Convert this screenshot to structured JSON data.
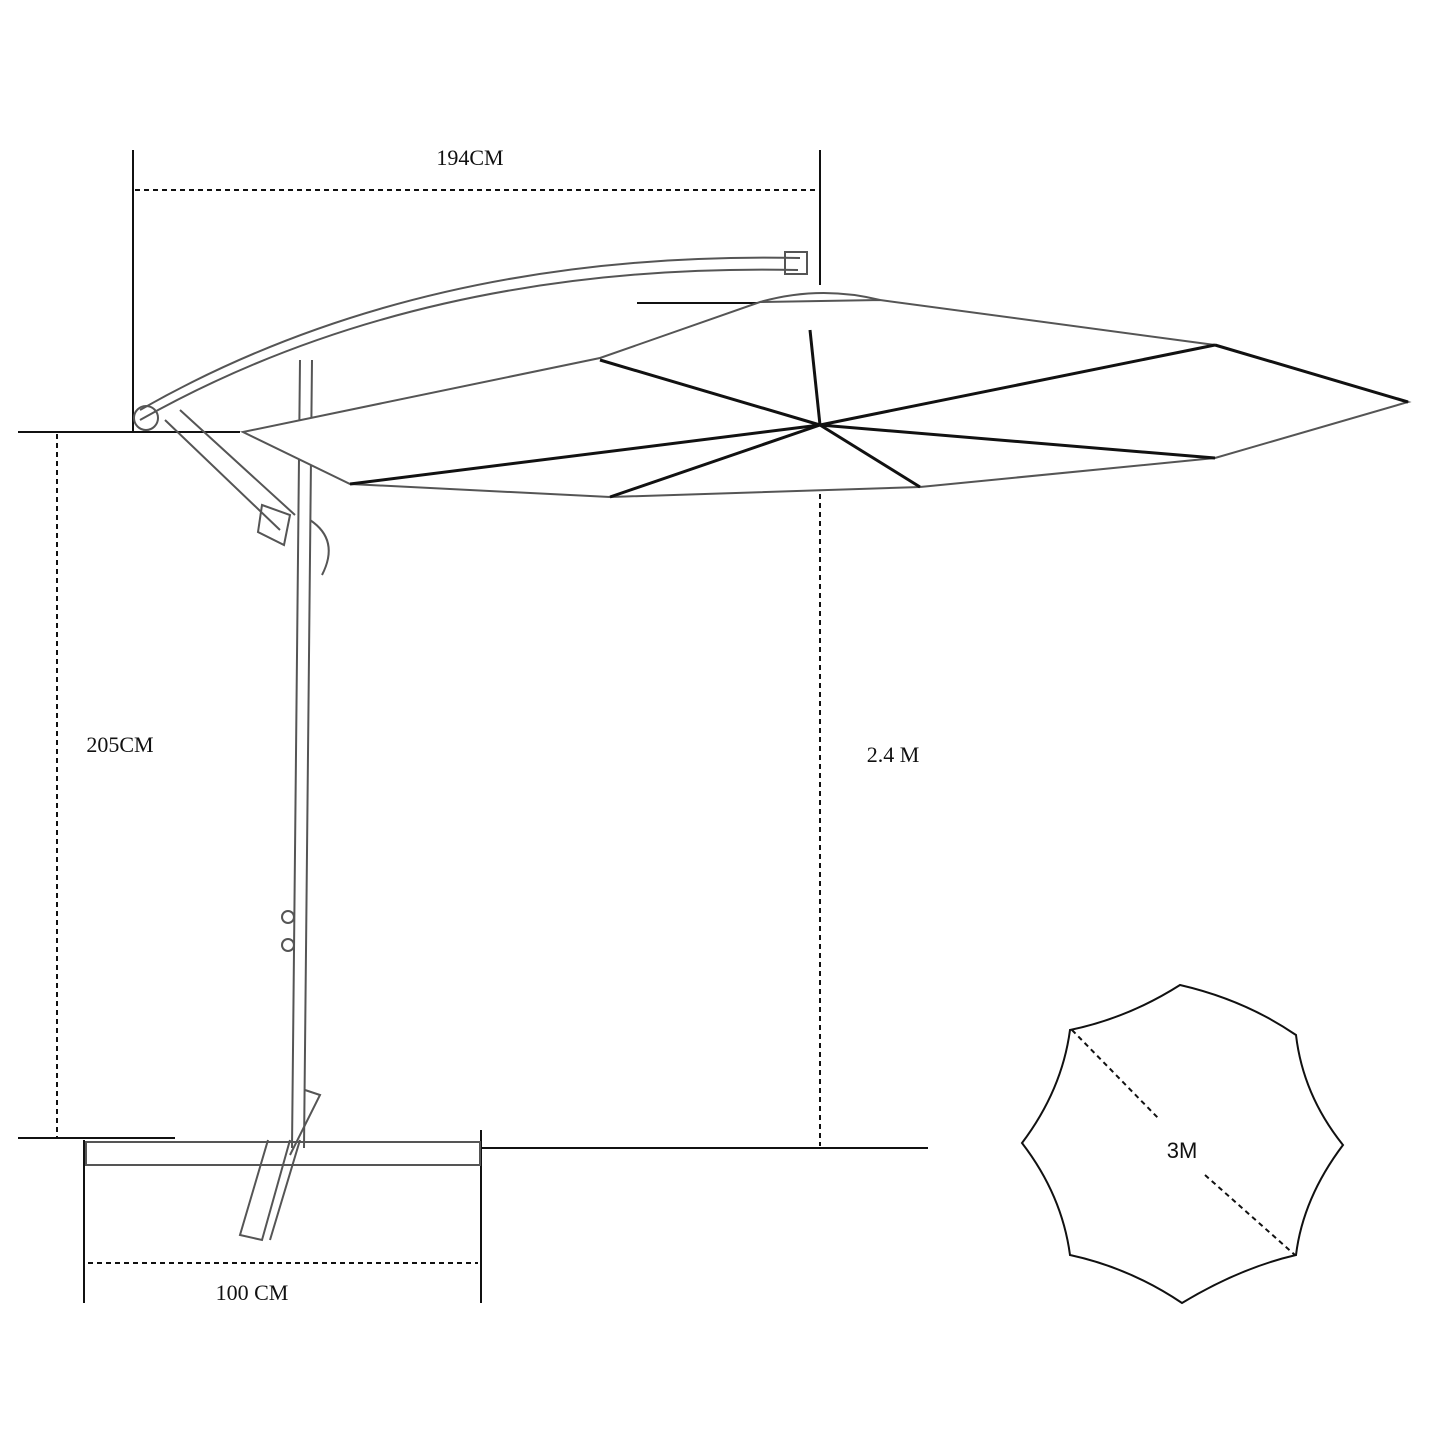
{
  "dimensions": {
    "arm_reach": "194CM",
    "canopy_clearance": "205CM",
    "total_height": "2.4 M",
    "base_width": "100 CM",
    "canopy_diameter": "3M"
  },
  "colors": {
    "line": "#111111",
    "sketch": "#555555",
    "background": "#ffffff"
  }
}
